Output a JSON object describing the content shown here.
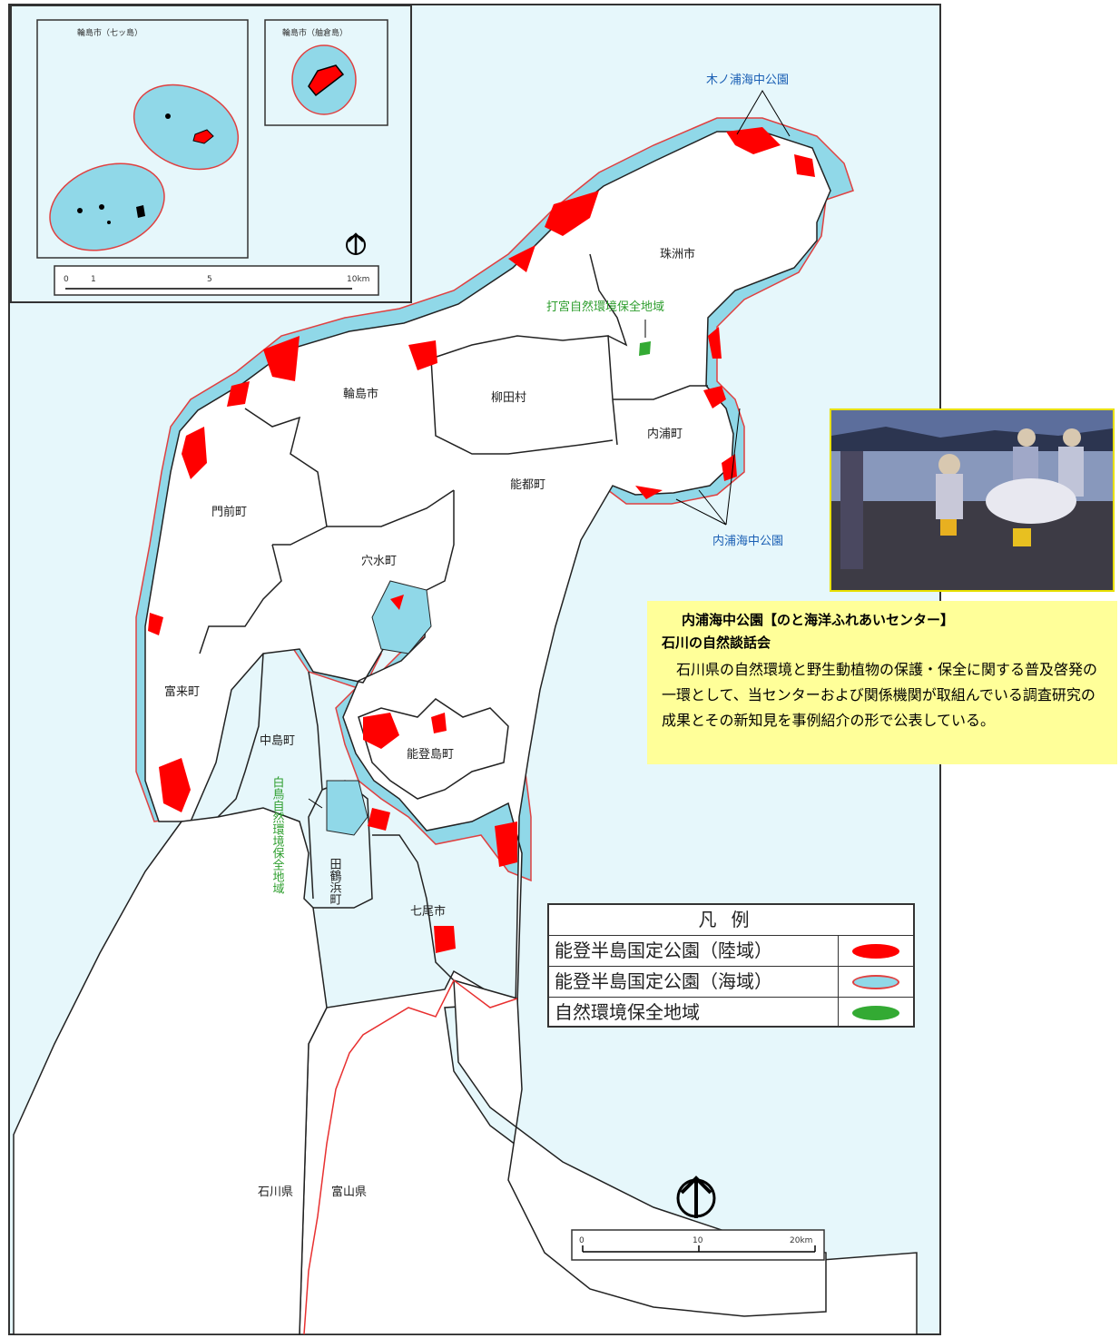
{
  "colors": {
    "sea": "#e6f7fb",
    "marine": "#90d8e8",
    "land_park": "#ff0000",
    "conservation": "#33aa33",
    "border": "#e04040"
  },
  "inset": {
    "nanatsujima_title": "輪島市（七ッ島）",
    "hegurajima_title": "輪島市（舳倉島）",
    "scale_0": "0",
    "scale_1": "1",
    "scale_5": "5",
    "scale_10": "10km"
  },
  "callouts": {
    "kinoura": "木ノ浦海中公園",
    "uchiura": "内浦海中公園",
    "uchiura_zone": "打宮自然環境保全地域",
    "hakushima_zone": "白鳥自然環境保全地域"
  },
  "places": {
    "suzu": "珠洲市",
    "wajima": "輪島市",
    "yanagida": "柳田村",
    "uchiura": "内浦町",
    "noto": "能都町",
    "monzen": "門前町",
    "anamizu": "穴水町",
    "togi": "富来町",
    "nakajima": "中島町",
    "notojima": "能登島町",
    "tatsuruhama": "田鶴浜町",
    "nanao": "七尾市",
    "ishikawa": "石川県",
    "toyama": "富山県"
  },
  "scale": {
    "s0": "0",
    "s10": "10",
    "s20": "20km"
  },
  "info": {
    "title": "内浦海中公園【のと海洋ふれあいセンター】",
    "org": "石川の自然談話会",
    "body": "石川県の自然環境と野生動植物の保護・保全に関する普及啓発の一環として、当センターおよび関係機関が取組んでいる調査研究の成果とその新知見を事例紹介の形で公表している。"
  },
  "legend": {
    "title": "凡例",
    "row1": "能登半島国定公園（陸域）",
    "row2": "能登半島国定公園（海域）",
    "row3": "自然環境保全地域"
  }
}
